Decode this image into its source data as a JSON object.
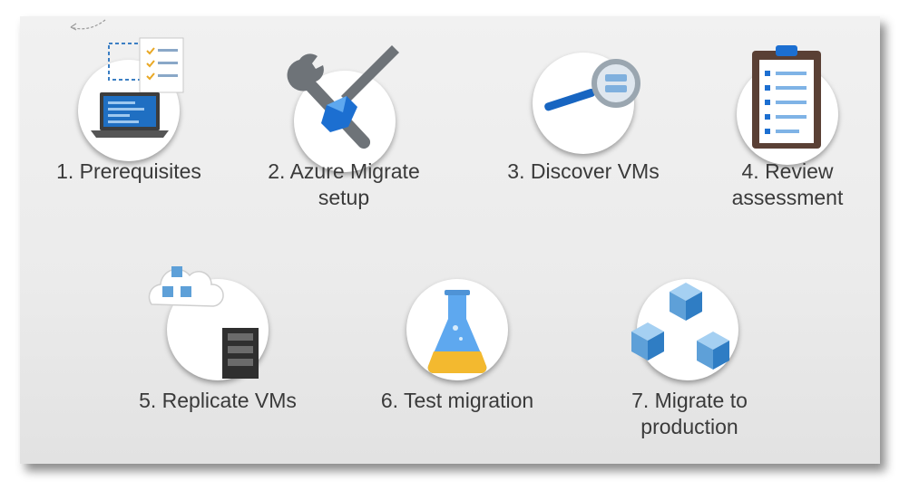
{
  "steps": [
    {
      "label_line1": "1. Prerequisites",
      "label_line2": "",
      "icon": "laptop-checklist-icon"
    },
    {
      "label_line1": "2. Azure Migrate",
      "label_line2": "setup",
      "icon": "wrench-screwdriver-icon"
    },
    {
      "label_line1": "3. Discover VMs",
      "label_line2": "",
      "icon": "magnifier-icon"
    },
    {
      "label_line1": "4. Review",
      "label_line2": "assessment",
      "icon": "clipboard-icon"
    },
    {
      "label_line1": "5. Replicate VMs",
      "label_line2": "",
      "icon": "cloud-server-icon"
    },
    {
      "label_line1": "6. Test migration",
      "label_line2": "",
      "icon": "flask-icon"
    },
    {
      "label_line1": "7. Migrate to",
      "label_line2": "production",
      "icon": "cubes-icon"
    }
  ],
  "colors": {
    "azure_blue": "#0f6cbd",
    "light_blue": "#5ea0d8",
    "label_text": "#3a3a3a",
    "flask_liquid": "#f3b92f"
  }
}
